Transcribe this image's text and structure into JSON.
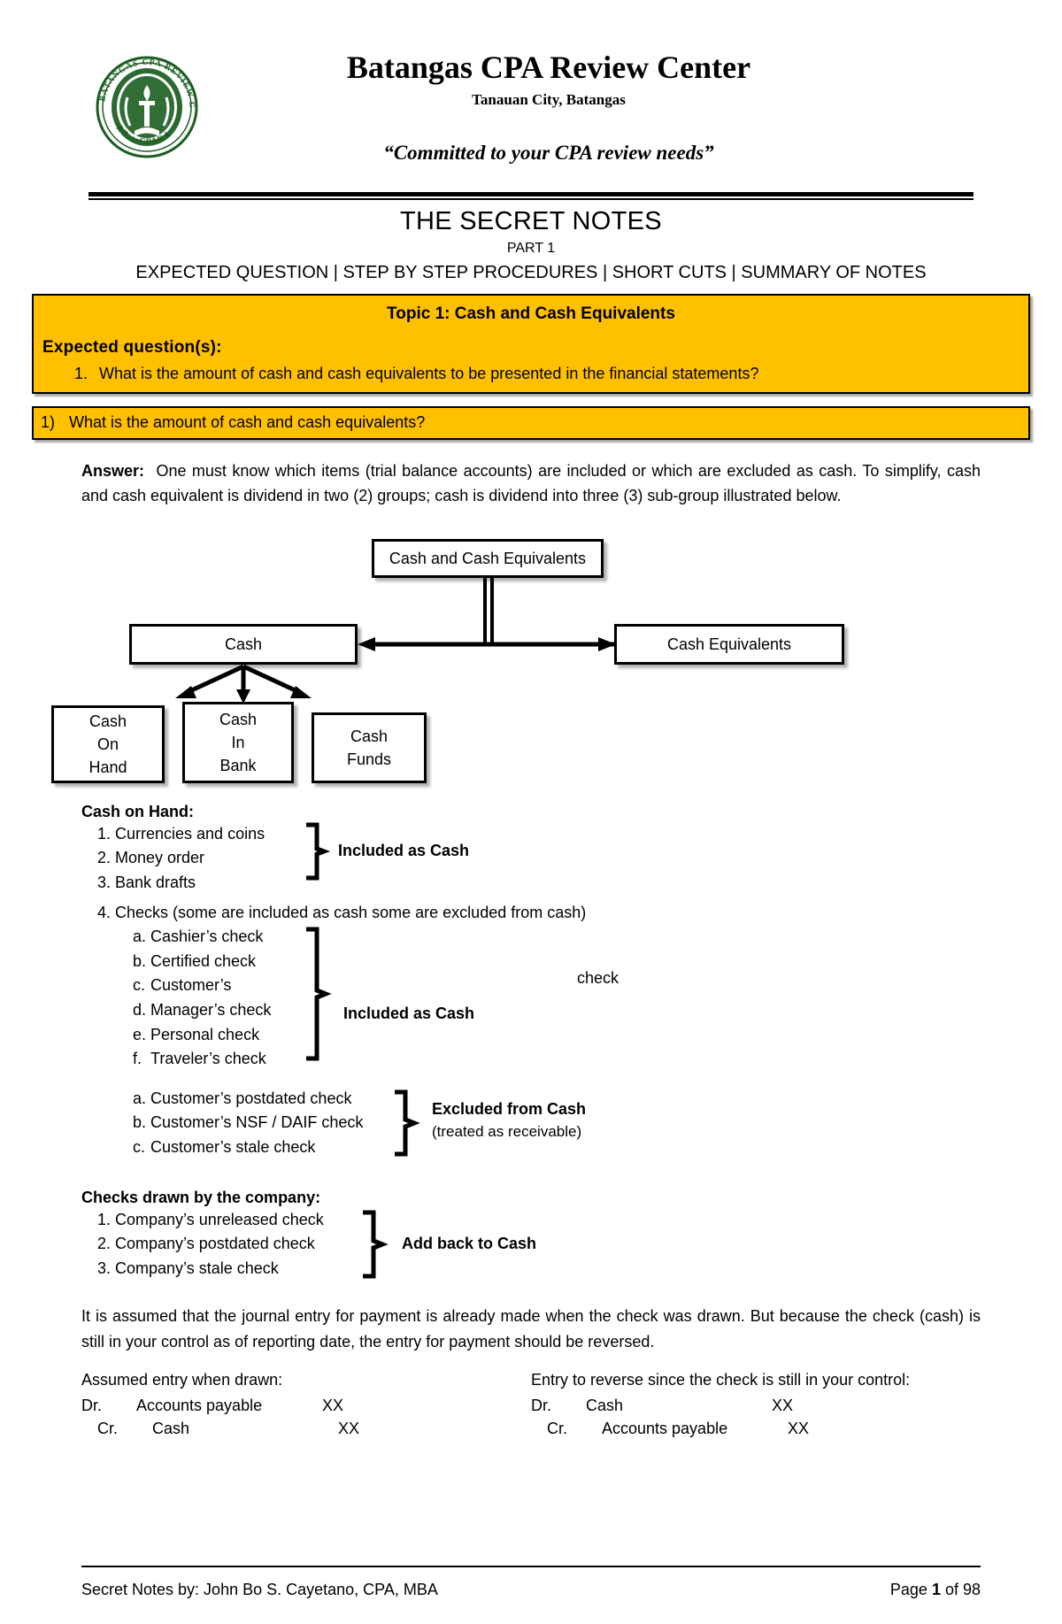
{
  "header": {
    "org_title": "Batangas CPA Review Center",
    "org_location": "Tanauan City, Batangas",
    "tagline": "“Committed to your CPA review needs”",
    "logo_outer_text": "BATANGAS CPA REVIEW CENTER",
    "logo_inner_text": "BatsCPAR",
    "logo_color": "#1b5e20"
  },
  "doc": {
    "title": "THE SECRET NOTES",
    "part": "PART 1",
    "sections": "EXPECTED QUESTION  |  STEP BY STEP PROCEDURES  |  SHORT CUTS  |  SUMMARY OF NOTES"
  },
  "topic": {
    "accent_color": "#FFC000",
    "title": "Topic 1:  Cash and Cash Equivalents",
    "expected_label": "Expected  question(s):",
    "expected_items": [
      {
        "num": "1.",
        "text": "What is the amount of cash and cash equivalents to be presented in the financial statements?"
      }
    ]
  },
  "question_bar": {
    "num": "1)",
    "text": "What is the amount of cash and cash equivalents?"
  },
  "answer": {
    "label": "Answer:",
    "text": "One must know which items (trial balance accounts) are included or which are excluded as cash.  To simplify, cash and cash equivalent is dividend in two (2) groups; cash is dividend into three (3) sub-group illustrated below."
  },
  "diagram": {
    "root": "Cash and Cash Equivalents",
    "left": "Cash",
    "right": "Cash Equivalents",
    "children": [
      {
        "lines": [
          "Cash",
          "On",
          "Hand"
        ]
      },
      {
        "lines": [
          "Cash",
          "In",
          "Bank"
        ]
      },
      {
        "lines": [
          "Cash",
          "Funds"
        ]
      }
    ]
  },
  "cash_on_hand": {
    "heading": "Cash on Hand:",
    "items": [
      {
        "mark": "1.",
        "text": "Currencies and coins"
      },
      {
        "mark": "2.",
        "text": "Money order"
      },
      {
        "mark": "3.",
        "text": "Bank drafts"
      }
    ],
    "brace_label": "Included as Cash"
  },
  "checks_group": {
    "item4": {
      "mark": "4.",
      "text": "Checks (some are included as cash some are excluded from cash)"
    },
    "included_items": [
      {
        "mark": "a.",
        "text": "Cashier’s check"
      },
      {
        "mark": "b.",
        "text": "Certified check"
      },
      {
        "mark": "c.",
        "text": "Customer’s"
      },
      {
        "mark": "d.",
        "text": "Manager’s check"
      },
      {
        "mark": "e.",
        "text": "Personal check"
      },
      {
        "mark": "f.",
        "text": "Traveler’s check"
      }
    ],
    "stray_word": "check",
    "included_label": "Included as Cash",
    "excluded_items": [
      {
        "mark": "a.",
        "text": "Customer’s postdated check"
      },
      {
        "mark": "b.",
        "text": "Customer’s NSF / DAIF check"
      },
      {
        "mark": "c.",
        "text": "Customer’s stale check"
      }
    ],
    "excluded_label": "Excluded from Cash",
    "excluded_sub": "(treated as receivable)"
  },
  "company_checks": {
    "heading": "Checks drawn by the company:",
    "items": [
      {
        "mark": "1.",
        "text": "Company’s unreleased check"
      },
      {
        "mark": "2.",
        "text": "Company’s postdated check"
      },
      {
        "mark": "3.",
        "text": "Company’s stale check"
      }
    ],
    "brace_label": "Add back to Cash"
  },
  "note_paragraph": "It is assumed that the journal entry for payment is already made when the check was drawn.  But because the check (cash) is still in your control as of reporting date, the entry for payment should be reversed.",
  "entries": {
    "left": {
      "heading": "Assumed entry when drawn:",
      "rows": [
        {
          "dc": "Dr.",
          "account": "Accounts payable",
          "amount": "XX",
          "indent": false
        },
        {
          "dc": "Cr.",
          "account": "Cash",
          "amount": "XX",
          "indent": true
        }
      ]
    },
    "right": {
      "heading": "Entry to reverse since the check is still in your control:",
      "rows": [
        {
          "dc": "Dr.",
          "account": "Cash",
          "amount": "XX",
          "indent": false
        },
        {
          "dc": "Cr.",
          "account": "Accounts payable",
          "amount": "XX",
          "indent": true
        }
      ]
    }
  },
  "footer": {
    "author": "Secret Notes by:  John Bo S. Cayetano, CPA, MBA",
    "page_prefix": "Page ",
    "page_number": "1",
    "page_suffix": " of 98"
  }
}
